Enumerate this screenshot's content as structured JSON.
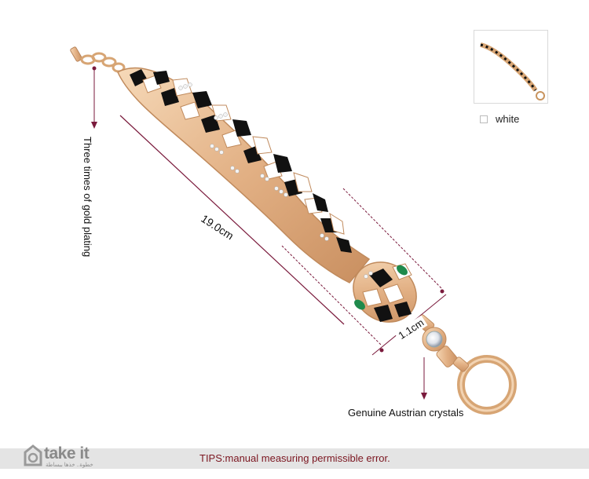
{
  "annotations": {
    "plating": "Three times of gold plating",
    "length": "19.0cm",
    "width": "1.1cm",
    "crystals": "Genuine Austrian crystals"
  },
  "variants": [
    {
      "label": "white",
      "selected": false
    }
  ],
  "footer": {
    "logo_text": "take it",
    "logo_subtext": "خطوة.. خذها ببساطة",
    "tips": "TIPS:manual measuring permissible error."
  },
  "colors": {
    "gold": "#e6b98d",
    "enamel_black": "#111111",
    "enamel_white": "#ffffff",
    "measure_line": "#7a1a3c",
    "tips_text": "#7b1620",
    "footer_bar": "#e4e4e4",
    "eye_green": "#1f8a4c"
  },
  "icons": {
    "logo": "take-it-logo-icon",
    "swatch": "checkbox-icon"
  }
}
